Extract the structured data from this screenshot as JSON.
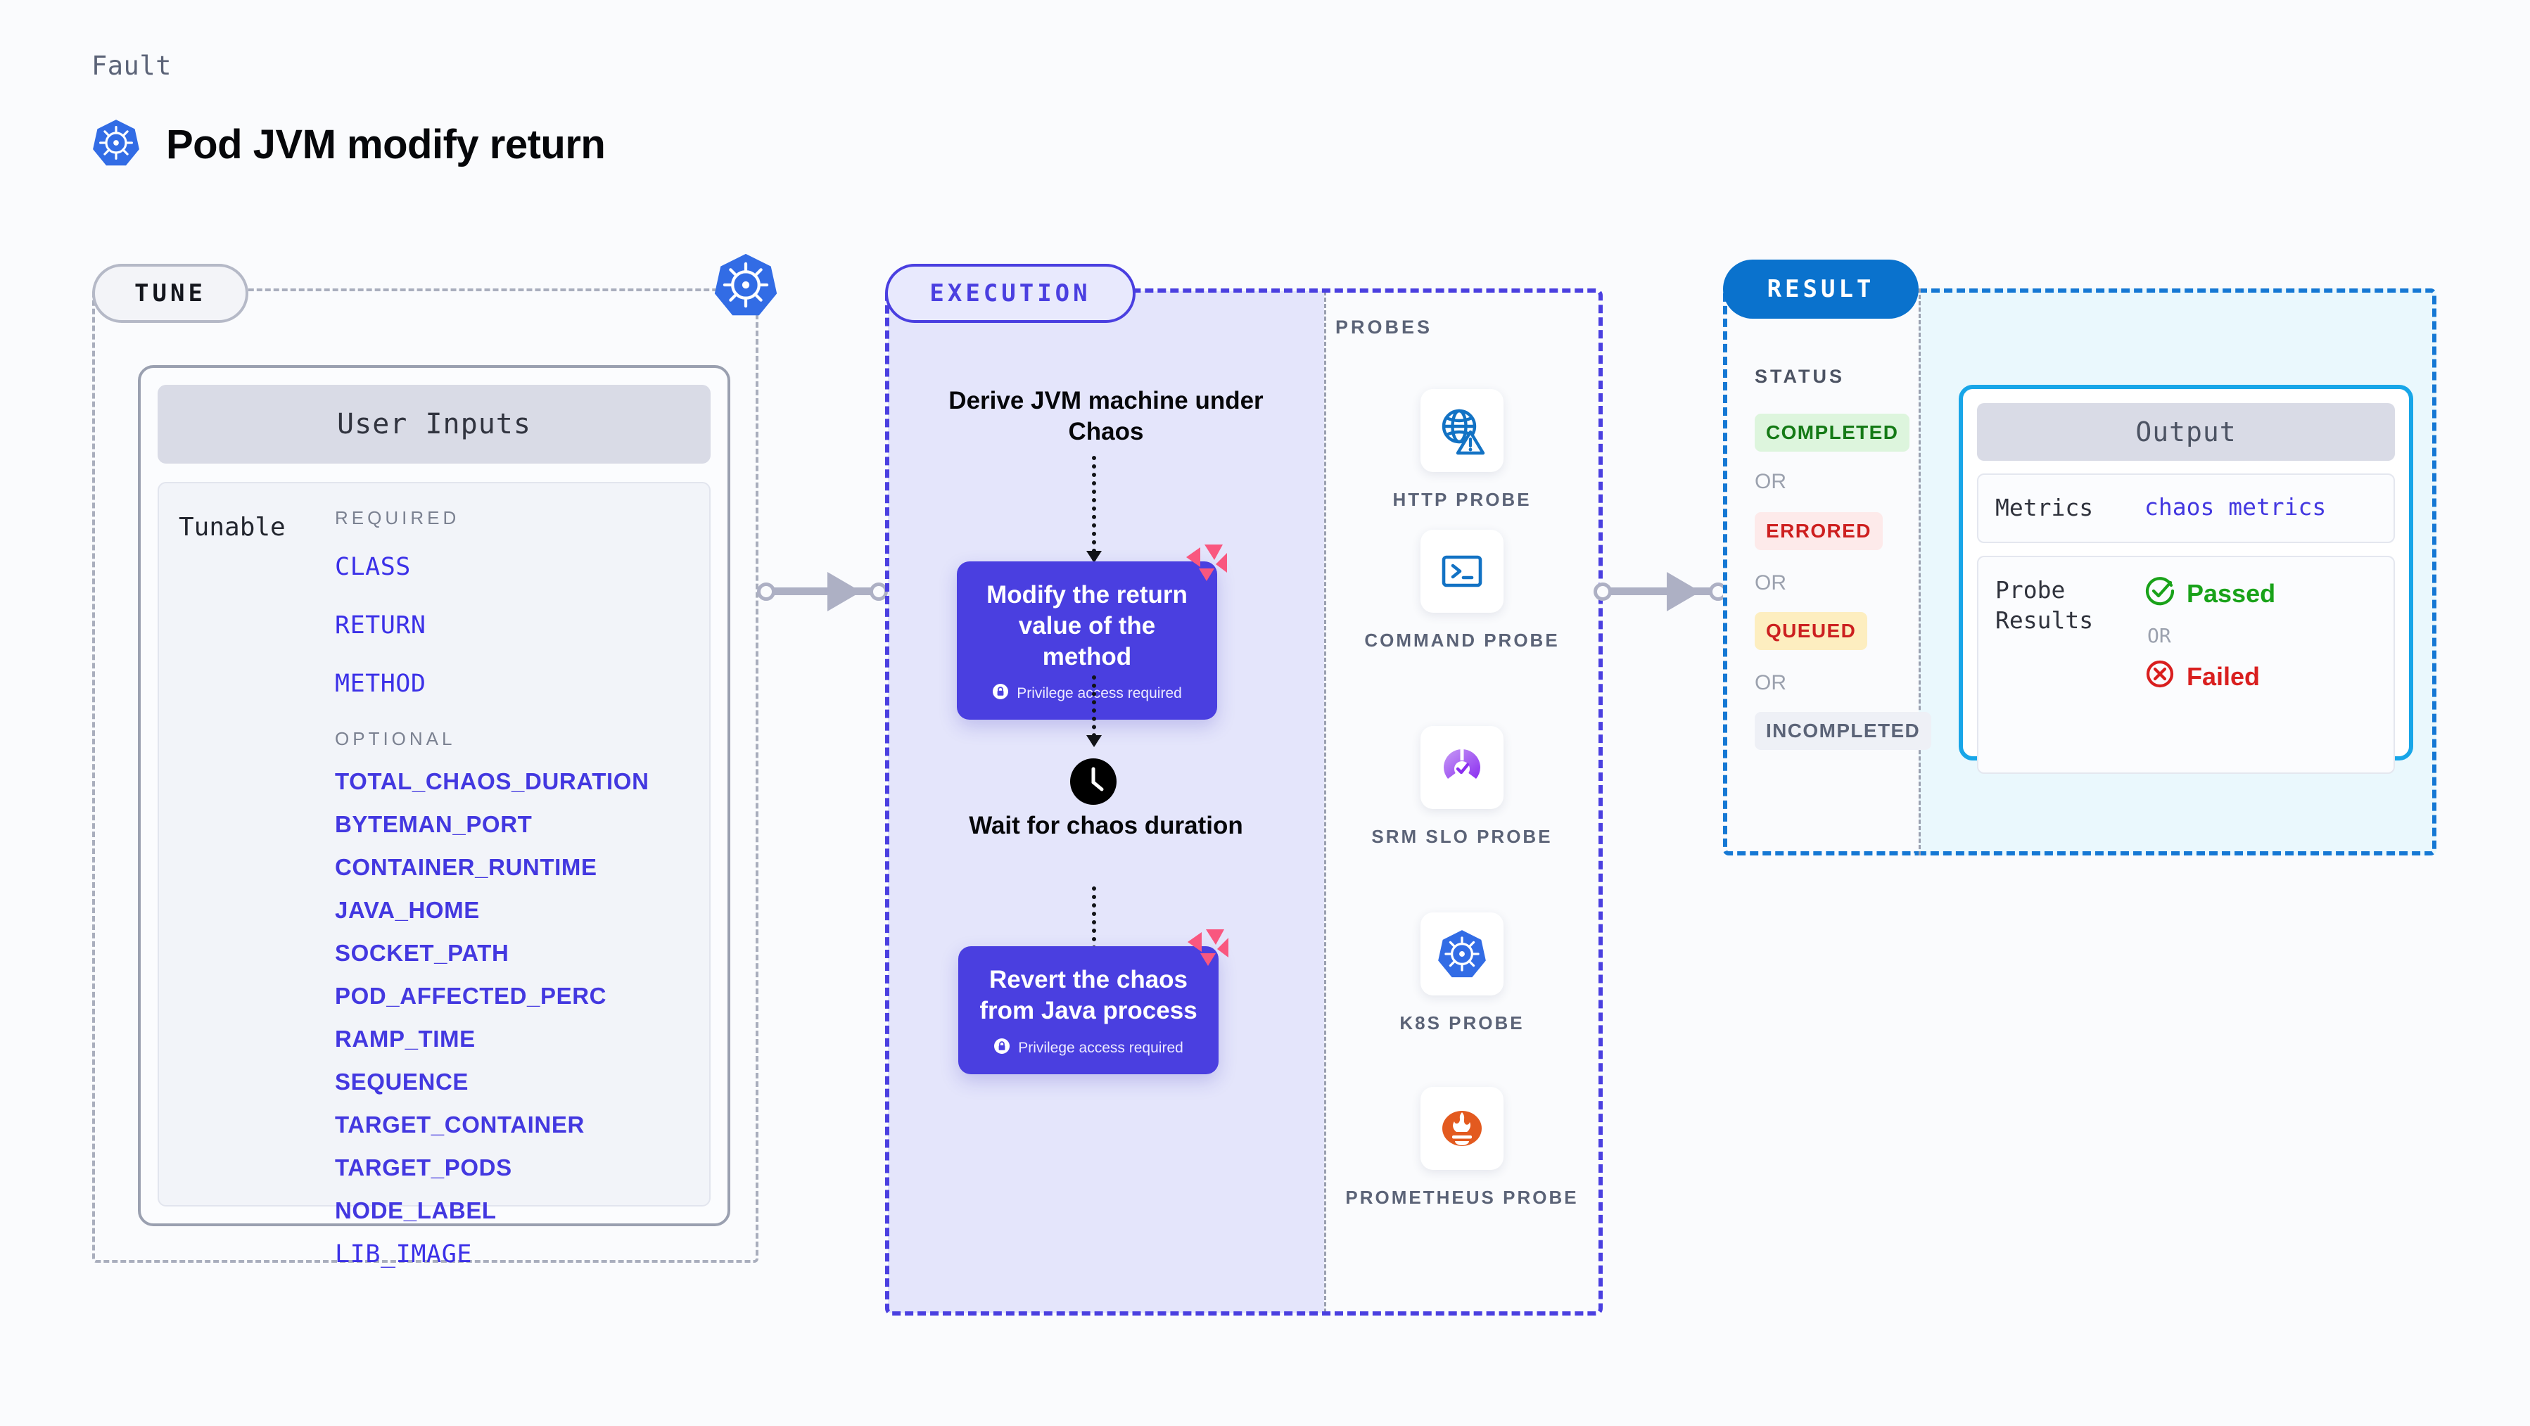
{
  "header": {
    "kicker": "Fault",
    "title": "Pod JVM modify return",
    "icon": "kubernetes-logo-icon"
  },
  "tune": {
    "pill_label": "TUNE",
    "badge_icon": "kubernetes-logo-icon",
    "card_header": "User Inputs",
    "tunable_label": "Tunable",
    "required_group_title": "REQUIRED",
    "required_params": [
      "CLASS",
      "RETURN",
      "METHOD"
    ],
    "optional_group_title": "OPTIONAL",
    "optional_params": [
      "TOTAL_CHAOS_DURATION",
      "BYTEMAN_PORT",
      "CONTAINER_RUNTIME",
      "JAVA_HOME",
      "SOCKET_PATH",
      "POD_AFFECTED_PERC",
      "RAMP_TIME",
      "SEQUENCE",
      "TARGET_CONTAINER",
      "TARGET_PODS",
      "NODE_LABEL",
      "LIB_IMAGE"
    ]
  },
  "execution": {
    "pill_label": "EXECUTION",
    "steps": [
      {
        "type": "text",
        "label": "Derive JVM machine under Chaos"
      },
      {
        "type": "box",
        "label": "Modify the return value of the method",
        "note": "Privilege access required",
        "note_icon": "lock-icon",
        "badge_icon": "litmus-logo-icon"
      },
      {
        "type": "text",
        "label": "Wait for chaos duration",
        "icon": "clock-icon"
      },
      {
        "type": "box",
        "label": "Revert the chaos from Java process",
        "note": "Privilege access required",
        "note_icon": "lock-icon",
        "badge_icon": "litmus-logo-icon"
      }
    ]
  },
  "probes": {
    "title": "PROBES",
    "items": [
      {
        "label": "HTTP PROBE",
        "icon": "globe-warning-icon"
      },
      {
        "label": "COMMAND PROBE",
        "icon": "terminal-icon"
      },
      {
        "label": "SRM SLO PROBE",
        "icon": "srm-slo-gauge-icon"
      },
      {
        "label": "K8S PROBE",
        "icon": "kubernetes-logo-icon"
      },
      {
        "label": "PROMETHEUS PROBE",
        "icon": "prometheus-logo-icon"
      }
    ]
  },
  "result": {
    "pill_label": "RESULT",
    "status_title": "STATUS",
    "or_label": "OR",
    "statuses": [
      {
        "label": "COMPLETED",
        "bg": "#ddf5dd",
        "color": "#157a16"
      },
      {
        "label": "ERRORED",
        "bg": "#fdeaea",
        "color": "#cd1f1f"
      },
      {
        "label": "QUEUED",
        "bg": "#fdeec0",
        "color": "#cc2020"
      },
      {
        "label": "INCOMPLETED",
        "bg": "#eef0f6",
        "color": "#5b6377"
      }
    ],
    "output": {
      "header": "Output",
      "metrics_label": "Metrics",
      "metrics_value": "chaos metrics",
      "probe_results_label": "Probe Results",
      "passed_label": "Passed",
      "passed_icon": "check-circle-icon",
      "failed_label": "Failed",
      "failed_icon": "x-circle-icon",
      "or_label": "OR"
    }
  },
  "connectors": [
    {
      "name": "tune-to-execution"
    },
    {
      "name": "execution-to-result"
    }
  ],
  "colors": {
    "page_bg": "#fafbfd",
    "accent_purple": "#4a3fe0",
    "accent_blue": "#0a72cd",
    "accent_cyan": "#18a6e8",
    "param_link": "#3b30e8",
    "muted_text": "#5b6377",
    "k8s_blue": "#326ce5",
    "litmus_pink": "#f9577f",
    "prometheus_orange": "#e35a1f"
  }
}
